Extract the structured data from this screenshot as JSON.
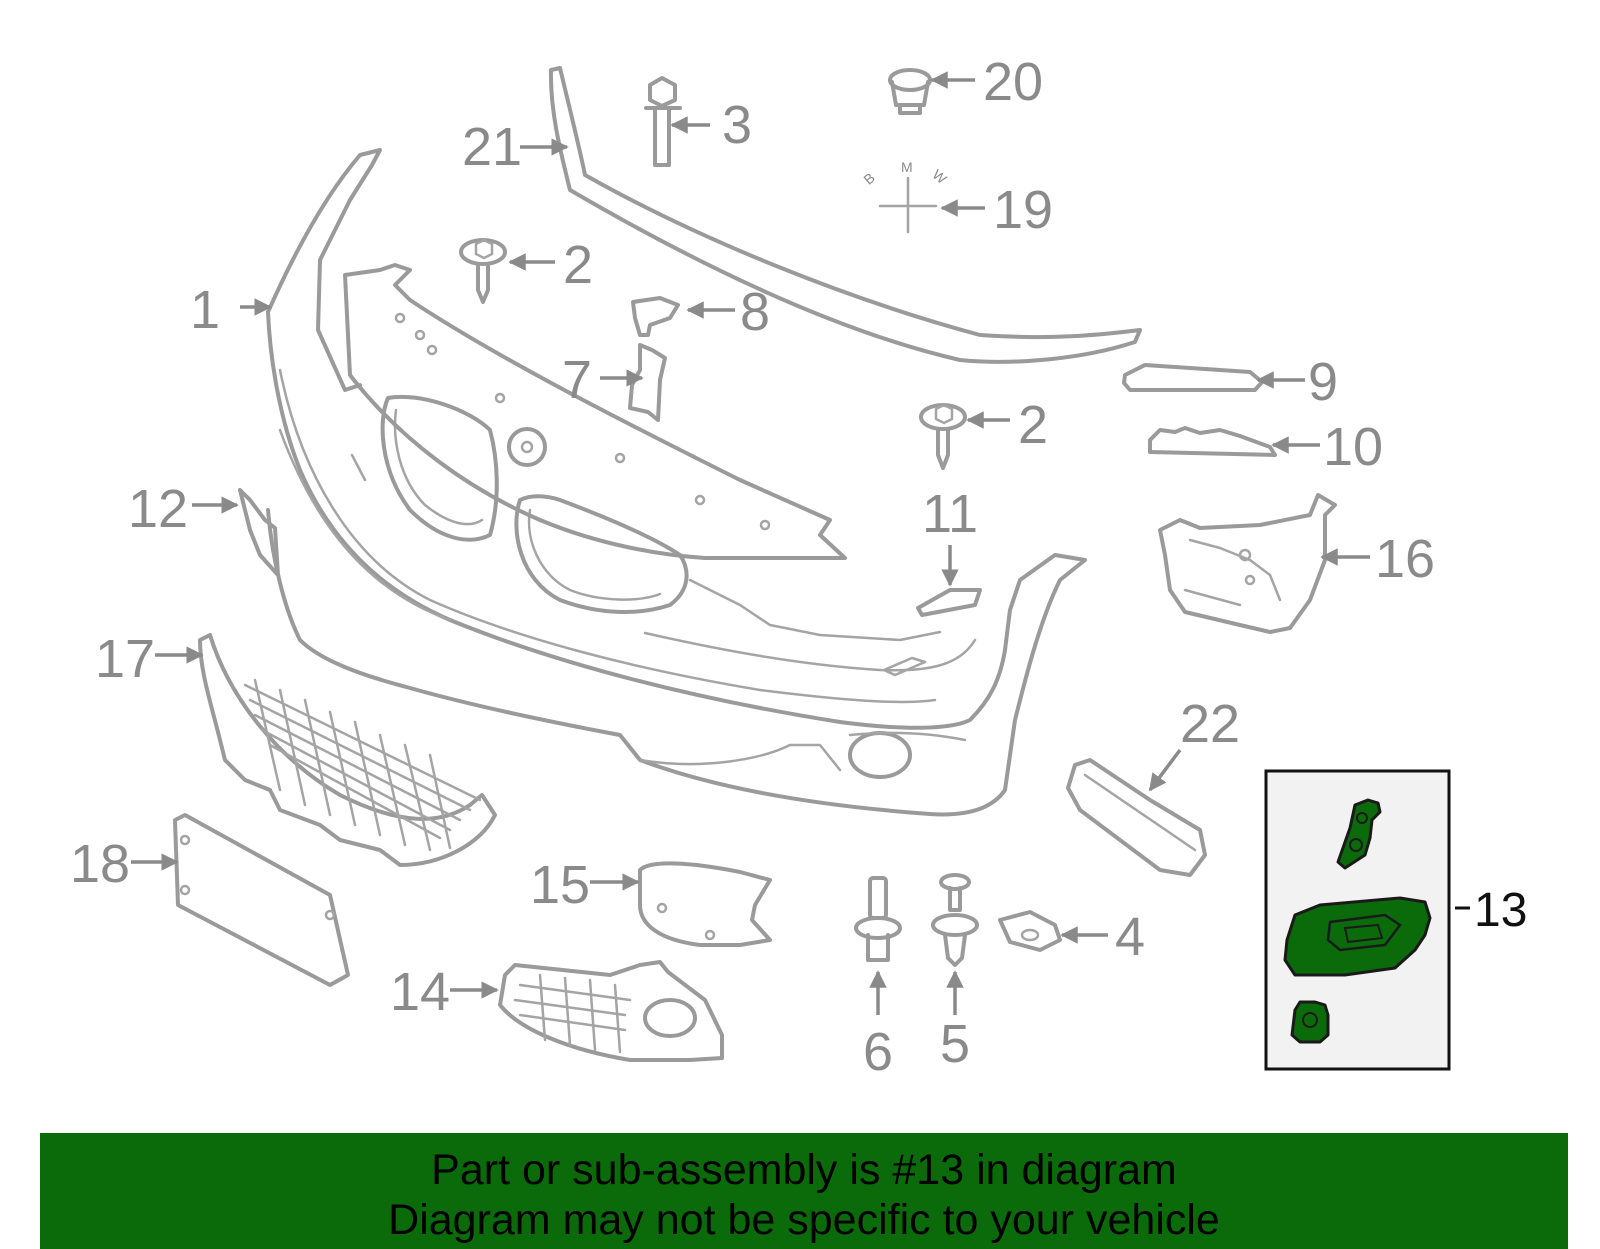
{
  "callouts": [
    "1",
    "2",
    "2",
    "3",
    "4",
    "5",
    "6",
    "7",
    "8",
    "9",
    "10",
    "11",
    "12",
    "13",
    "14",
    "15",
    "16",
    "17",
    "18",
    "19",
    "20",
    "21",
    "22"
  ],
  "emblem_letters": [
    "B",
    "M",
    "W"
  ],
  "colors": {
    "highlight": "#0b6b0b",
    "banner": "#0b6b0b",
    "part_line": "#9a9a9a",
    "callout_text": "#8a8a8a",
    "inset_bg": "#f2f2f2"
  },
  "banner": {
    "line1": "Part or sub-assembly is #13 in diagram",
    "line2": "Diagram may not be specific to your vehicle"
  }
}
